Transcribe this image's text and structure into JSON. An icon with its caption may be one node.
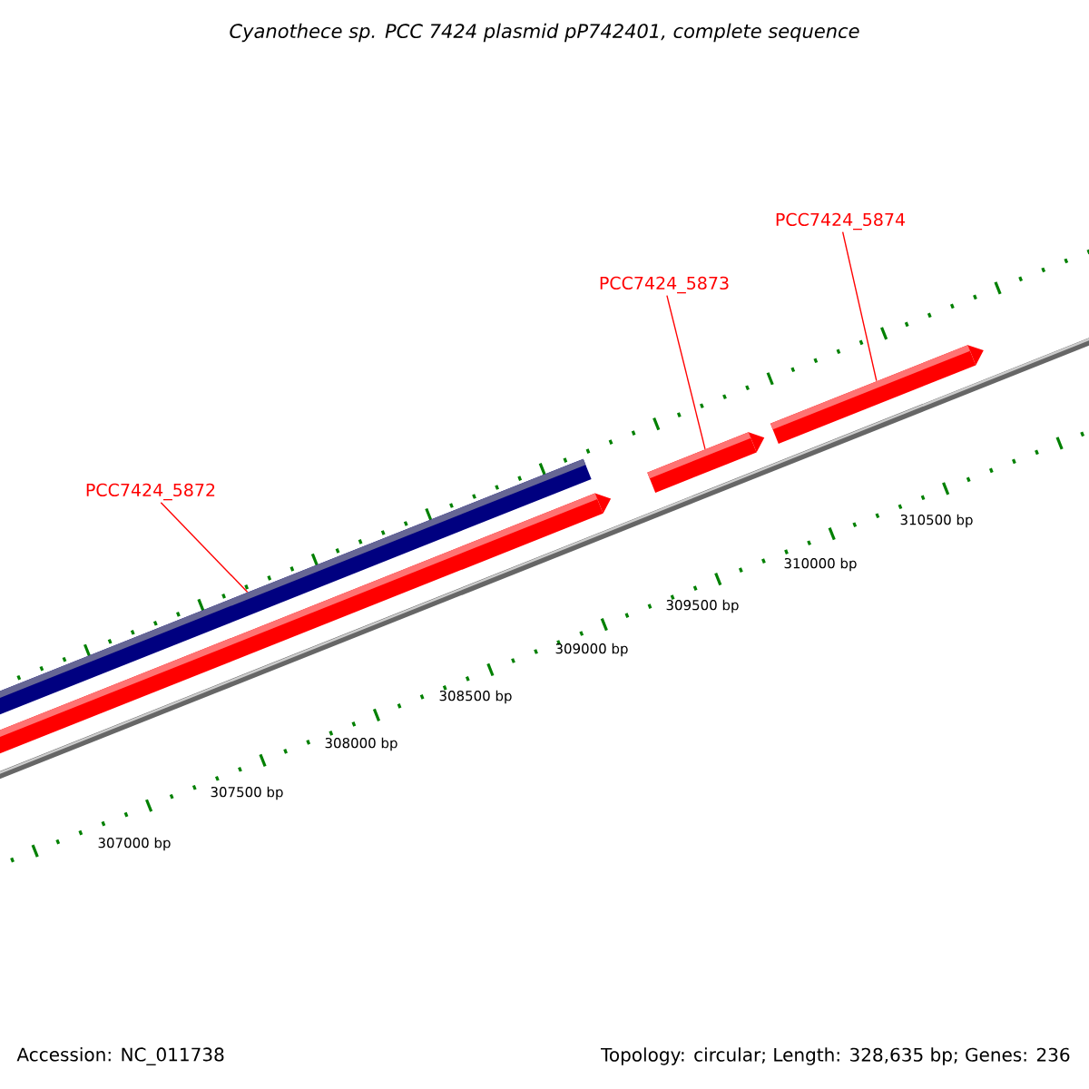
{
  "diagram": {
    "title": "Cyanothece sp. PCC 7424 plasmid pP742401, complete sequence",
    "nodes": [
      {
        "text": [
          "PCC7424_5874"
        ]
      },
      {
        "text": [
          "PCC7424_5873"
        ]
      },
      {
        "text": [
          "PCC7424_5872"
        ]
      },
      {
        "text": [],
        "shape": "bar"
      },
      {
        "text": [],
        "shape": "bar"
      },
      {
        "text": [],
        "shape": "bar"
      }
    ],
    "edges": [
      {
        "from": 0,
        "to": 5,
        "arrow": "none"
      },
      {
        "from": 1,
        "to": 4,
        "arrow": "none"
      },
      {
        "from": 2,
        "to": 3,
        "arrow": "none"
      }
    ],
    "labels": [
      "310500 bp",
      "310000 bp",
      "309500 bp",
      "309000 bp",
      "308500 bp",
      "308000 bp",
      "307500 bp",
      "307000 bp",
      "Accession: NC_011738",
      "Topology: circular; Length: 328,635 bp; Genes: 236"
    ]
  }
}
